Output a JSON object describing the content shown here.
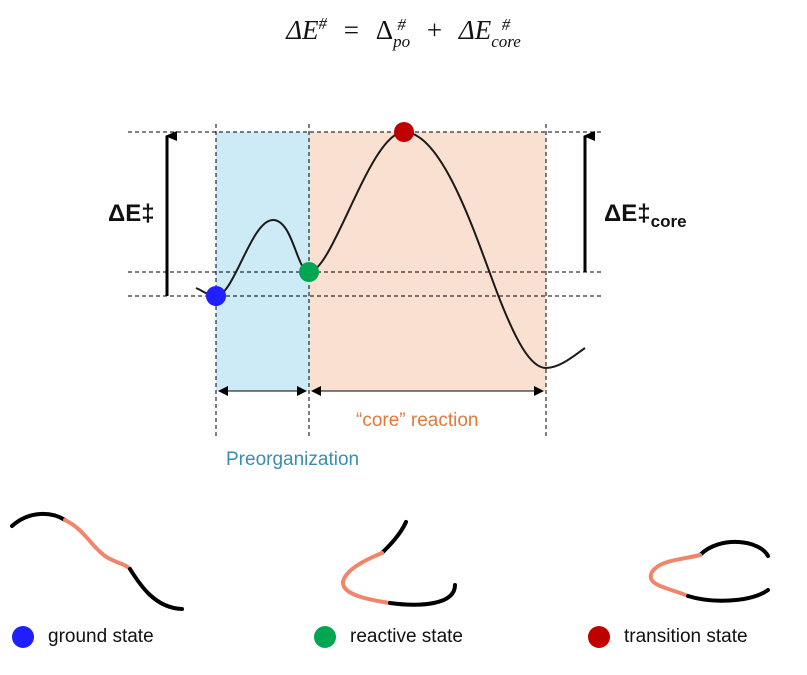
{
  "equation": {
    "lhs": "ΔE",
    "lhs_sup": "#",
    "equals": "=",
    "term1": "Δ",
    "term1_sup": "#",
    "term1_sub": "po",
    "plus": "+",
    "term2": "ΔE",
    "term2_sup": "#",
    "term2_sub": "core"
  },
  "diagram": {
    "delta_e_label": "ΔE",
    "delta_e_sup": "‡",
    "delta_e_core_label": "ΔE",
    "delta_e_core_sup": "‡",
    "delta_e_core_sub": "core",
    "core_reaction_label": "“core” reaction",
    "preorganization_label": "Preorganization",
    "colors": {
      "preorg_region": "#cdeaf7",
      "core_region": "#f9e0d0",
      "ground_state": "#1f1fff",
      "reactive_state": "#00a651",
      "transition_state": "#c00000",
      "flexible_segment": "#f0856a"
    }
  },
  "legend": [
    {
      "label": "ground state",
      "color": "#1f1fff"
    },
    {
      "label": "reactive state",
      "color": "#00a651"
    },
    {
      "label": "transition state",
      "color": "#c00000"
    }
  ]
}
